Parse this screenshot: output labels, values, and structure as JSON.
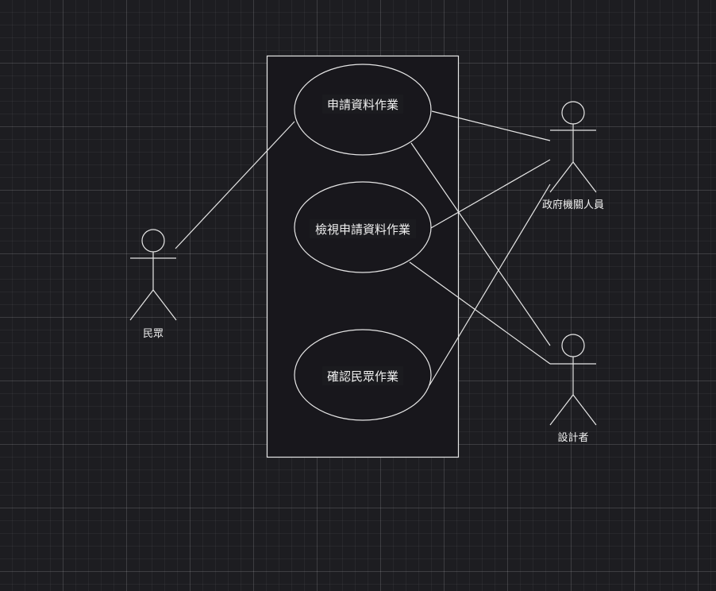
{
  "diagram": {
    "actors": [
      {
        "id": "citizen",
        "label": "民眾"
      },
      {
        "id": "gov",
        "label": "政府機關人員"
      },
      {
        "id": "designer",
        "label": "設計者"
      }
    ],
    "use_cases": [
      {
        "id": "apply",
        "label": "申請資料作業"
      },
      {
        "id": "review",
        "label": "檢視申請資料作業"
      },
      {
        "id": "confirm",
        "label": "確認民眾作業"
      }
    ],
    "associations": [
      {
        "from": "citizen",
        "to": "apply"
      },
      {
        "from": "apply",
        "to": "gov"
      },
      {
        "from": "apply",
        "to": "designer"
      },
      {
        "from": "review",
        "to": "gov"
      },
      {
        "from": "review",
        "to": "designer"
      },
      {
        "from": "confirm",
        "to": "gov"
      }
    ]
  }
}
